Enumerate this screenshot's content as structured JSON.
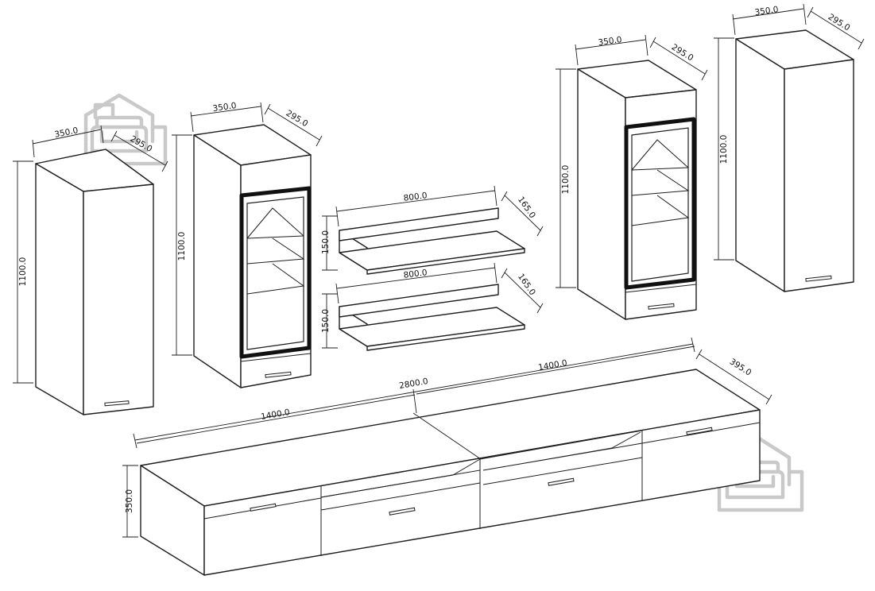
{
  "diagram": {
    "line_color": "#1e1e1e",
    "watermark_color": "#c9c9c9",
    "watermark_icon": "house-sofa-logo-icon",
    "units": {
      "left_cabinet": {
        "width": "350.0",
        "depth": "295.0",
        "height": "1100.0"
      },
      "glass_cabinet_left": {
        "width": "350.0",
        "depth": "295.0",
        "height": "1100.0"
      },
      "shelf_top": {
        "width": "800.0",
        "depth": "165.0",
        "height": "150.0"
      },
      "shelf_bottom": {
        "width": "800.0",
        "depth": "165.0",
        "height": "150.0"
      },
      "glass_cabinet_right": {
        "width": "350.0",
        "depth": "295.0",
        "height": "1100.0"
      },
      "right_cabinet": {
        "width": "350.0",
        "depth": "295.0",
        "height": "1100.0"
      },
      "tv_stand": {
        "total_width": "2800.0",
        "left_half_width": "1400.0",
        "right_half_width": "1400.0",
        "depth": "395.0",
        "height": "350.0"
      }
    }
  }
}
